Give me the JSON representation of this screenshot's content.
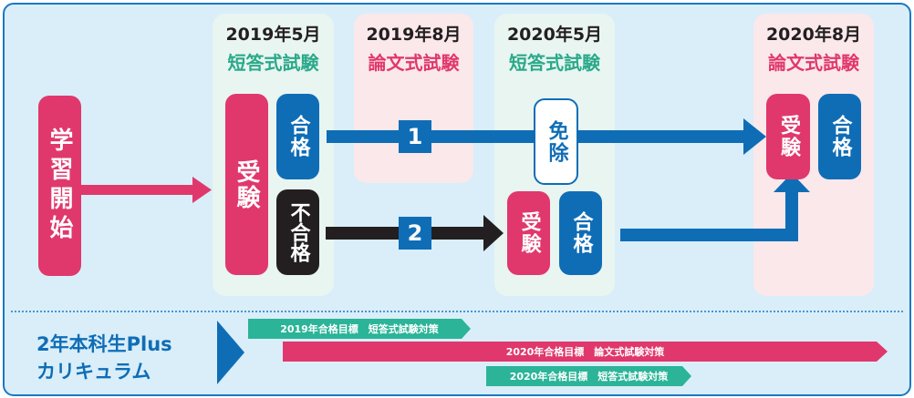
{
  "start": {
    "label": "学習開始"
  },
  "columns": [
    {
      "date": "2019年5月",
      "exam": "短答式試験",
      "color": "#2aa98a"
    },
    {
      "date": "2019年8月",
      "exam": "論文式試験",
      "color": "#e0386c"
    },
    {
      "date": "2020年5月",
      "exam": "短答式試験",
      "color": "#2aa98a"
    },
    {
      "date": "2020年8月",
      "exam": "論文式試験",
      "color": "#e0386c"
    }
  ],
  "boxes": {
    "c1_take": "受験",
    "c1_pass": "合格",
    "c1_fail": "不合格",
    "c3_exempt": "免除",
    "c3_take": "受験",
    "c3_pass": "合格",
    "c4_take": "受験",
    "c4_pass": "合格"
  },
  "routes": {
    "one": "1",
    "two": "2"
  },
  "curriculum": {
    "title_line1": "2年本科生Plus",
    "title_line2": "カリキュラム",
    "bars": [
      {
        "label": "2019年合格目標　短答式試験対策",
        "color": "#2bb497"
      },
      {
        "label": "2020年合格目標　論文式試験対策",
        "color": "#e0386c"
      },
      {
        "label": "2020年合格目標　短答式試験対策",
        "color": "#2bb497"
      }
    ]
  }
}
